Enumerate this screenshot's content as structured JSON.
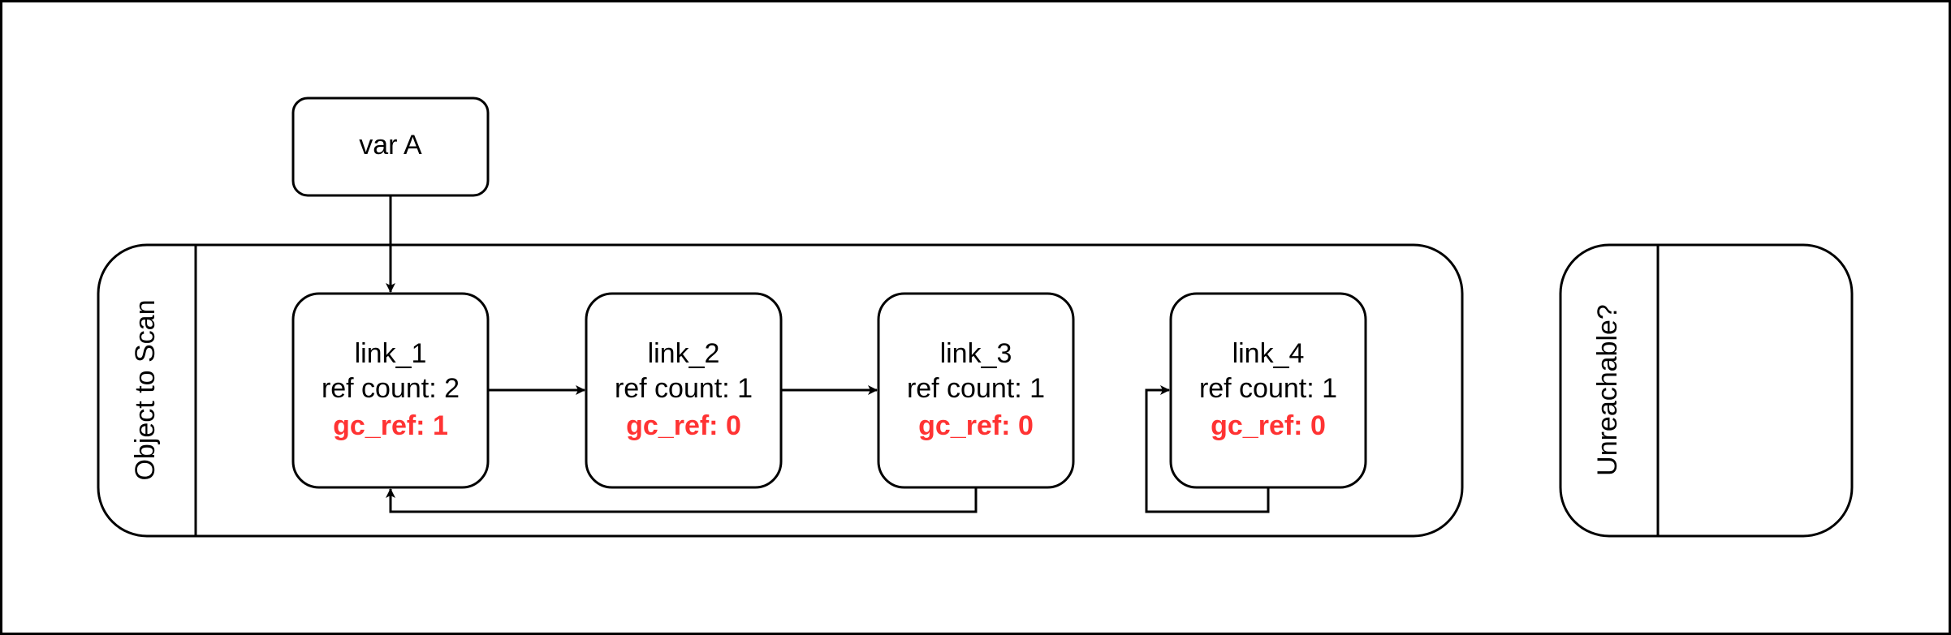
{
  "colors": {
    "stroke": "#000000",
    "background": "#ffffff",
    "gc_ref": "#ff3333"
  },
  "var_node": {
    "label": "var A"
  },
  "scan_container": {
    "label": "Object to Scan"
  },
  "unreachable_container": {
    "label": "Unreachable?"
  },
  "links": [
    {
      "name": "link_1",
      "ref_count": "ref count: 2",
      "gc_ref": "gc_ref: 1"
    },
    {
      "name": "link_2",
      "ref_count": "ref count: 1",
      "gc_ref": "gc_ref: 0"
    },
    {
      "name": "link_3",
      "ref_count": "ref count: 1",
      "gc_ref": "gc_ref: 0"
    },
    {
      "name": "link_4",
      "ref_count": "ref count: 1",
      "gc_ref": "gc_ref: 0"
    }
  ],
  "edges": [
    {
      "from": "var A",
      "to": "link_1"
    },
    {
      "from": "link_1",
      "to": "link_2"
    },
    {
      "from": "link_2",
      "to": "link_3"
    },
    {
      "from": "link_3",
      "to": "link_1"
    },
    {
      "from": "link_4",
      "to": "link_4"
    }
  ]
}
